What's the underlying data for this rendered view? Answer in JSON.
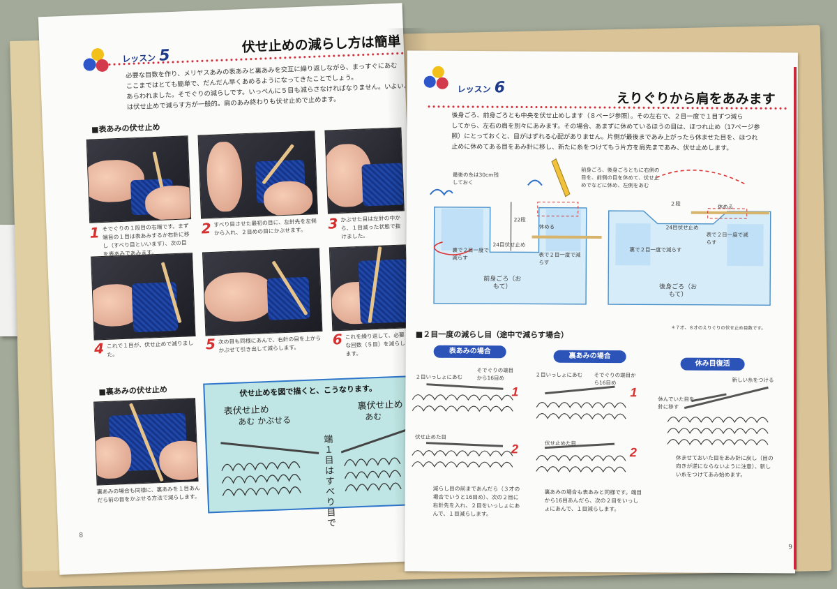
{
  "left_page": {
    "lesson_label": "レッスン",
    "lesson_number": "5",
    "title": "伏せ止めの減らし方は簡単",
    "intro_lines": [
      "必要な目数を作り、メリヤスあみの表あみと裏あみを交互に繰り返しながら、まっすぐにあむ",
      "ここまではとても簡単で、だんだん早くあめるようになってきたことでしょう。",
      "あらわれました。そでぐりの減らしです。いっぺんに５目も減らさなければなりません。いよいよ",
      "は伏せ止めで減らす方が一般的。肩のあみ終わりも伏せ止めで止めます。"
    ],
    "section1": "■表あみの伏せ止め",
    "steps": [
      {
        "n": "1",
        "text": "そでぐりの１段目の右端です。まず端目の１目は表あみするか右針に移し（すべり目といいます）、次の目を表あみであみます。"
      },
      {
        "n": "2",
        "text": "すべり目させた最初の目に、左針先を左側から入れ、２目めの目にかぶせます。"
      },
      {
        "n": "3",
        "text": "かぶせた目は左針の中から、１目減った状態で抜けました。"
      },
      {
        "n": "4",
        "text": "これで１目が、伏せ止めで減りました。"
      },
      {
        "n": "5",
        "text": "次の目も同様にあんで、右針の目を上からかぶせて引き出して減らします。"
      },
      {
        "n": "6",
        "text": "これを繰り返して、必要な回数（５目）を減らします。"
      }
    ],
    "section2": "■裏あみの伏せ止め",
    "purl_caption": "裏あみの場合も同様に、裏あみを１目あんだら前の目をかぶせる方法で減らします。",
    "diagram_box_title": "伏せ止めを図で描くと、こうなります。",
    "diagram_left_label1": "表伏せ止め",
    "diagram_left_label2": "あむ かぶせる",
    "diagram_right_label1": "裏伏せ止め",
    "diagram_right_label2": "あむ",
    "diagram_vertical_label": "端１目はすべり目で",
    "page_number": "8"
  },
  "right_page": {
    "lesson_label": "レッスン",
    "lesson_number": "6",
    "title": "えりぐりから肩をあみます",
    "intro_lines": [
      "後身ごろ、前身ごろとも中央を伏せ止めします（８ページ参照）。その左右で、２目一度で１目ずつ減ら",
      "してから、左右の肩を別々にあみます。その場合、あまずに休めているほうの目は、ほつれ止め（17ページ参",
      "照）にとっておくと、目がはずれる心配がありません。片側が最後まであみ上がったら休ませた目を、ほつれ",
      "止めに休めてある目をあみ針に移し、新たに糸をつけてもう片方を肩先まであみ、伏せ止めします。"
    ],
    "front_notes": {
      "yarn": "最後の糸は30cm残しておく",
      "rows": "22段",
      "rest": "休める",
      "bind": "24目伏せ止め",
      "back_dec": "裏で２目一度で減らす",
      "front_dec": "表で２目一度で減らす",
      "body": "前身ごろ（おもて）",
      "top_note": "前身ごろ、後身ごろともに右側の目を、前側の目を休めて、伏せ止めでなどに休め、左側をあむ"
    },
    "back_notes": {
      "rows": "２段",
      "rest": "休める",
      "bind": "24目伏せ止め",
      "back_dec": "裏で２目一度で減らす",
      "front_dec": "表で２目一度で減らす",
      "body": "後身ごろ（おもて）"
    },
    "footnote": "＊７才、８才のえりぐりの伏せ止め目数です。",
    "section": "■２目一度の減らし目（途中で減らす場合）",
    "columns": [
      {
        "pill": "表あみの場合",
        "note1": "２目いっしょにあむ",
        "note2": "そでぐりの端目から16目め",
        "note3": "伏せ止めた目",
        "text": "減らし目の前まであんだら（３才の場合でいうと16目め）、次の２目に右針先を入れ、２目をいっしょにあんで、１目減らします。"
      },
      {
        "pill": "裏あみの場合",
        "note1": "２目いっしょにあむ",
        "note2": "そでぐりの端目から16目め",
        "note3": "伏せ止めた目",
        "text": "裏あみの場合も表あみと同様です。端目から16目あんだら、次の２目をいっしょにあんで、１目減らします。"
      },
      {
        "pill": "休み目復活",
        "note1": "新しい糸をつける",
        "note2": "休んでいた目を針に移す",
        "note3": "",
        "text": "休ませておいた目をあみ針に戻し（目の向きが逆にならないように注意）、新しい糸をつけてあみ始めます。"
      }
    ],
    "page_number": "9"
  },
  "colors": {
    "accent_red": "#d22d3a",
    "lesson_blue": "#1e3b8b",
    "pill_blue": "#2c54b8",
    "box_cyan": "#bfe6e4",
    "yarn_blue": "#1f48a8"
  }
}
